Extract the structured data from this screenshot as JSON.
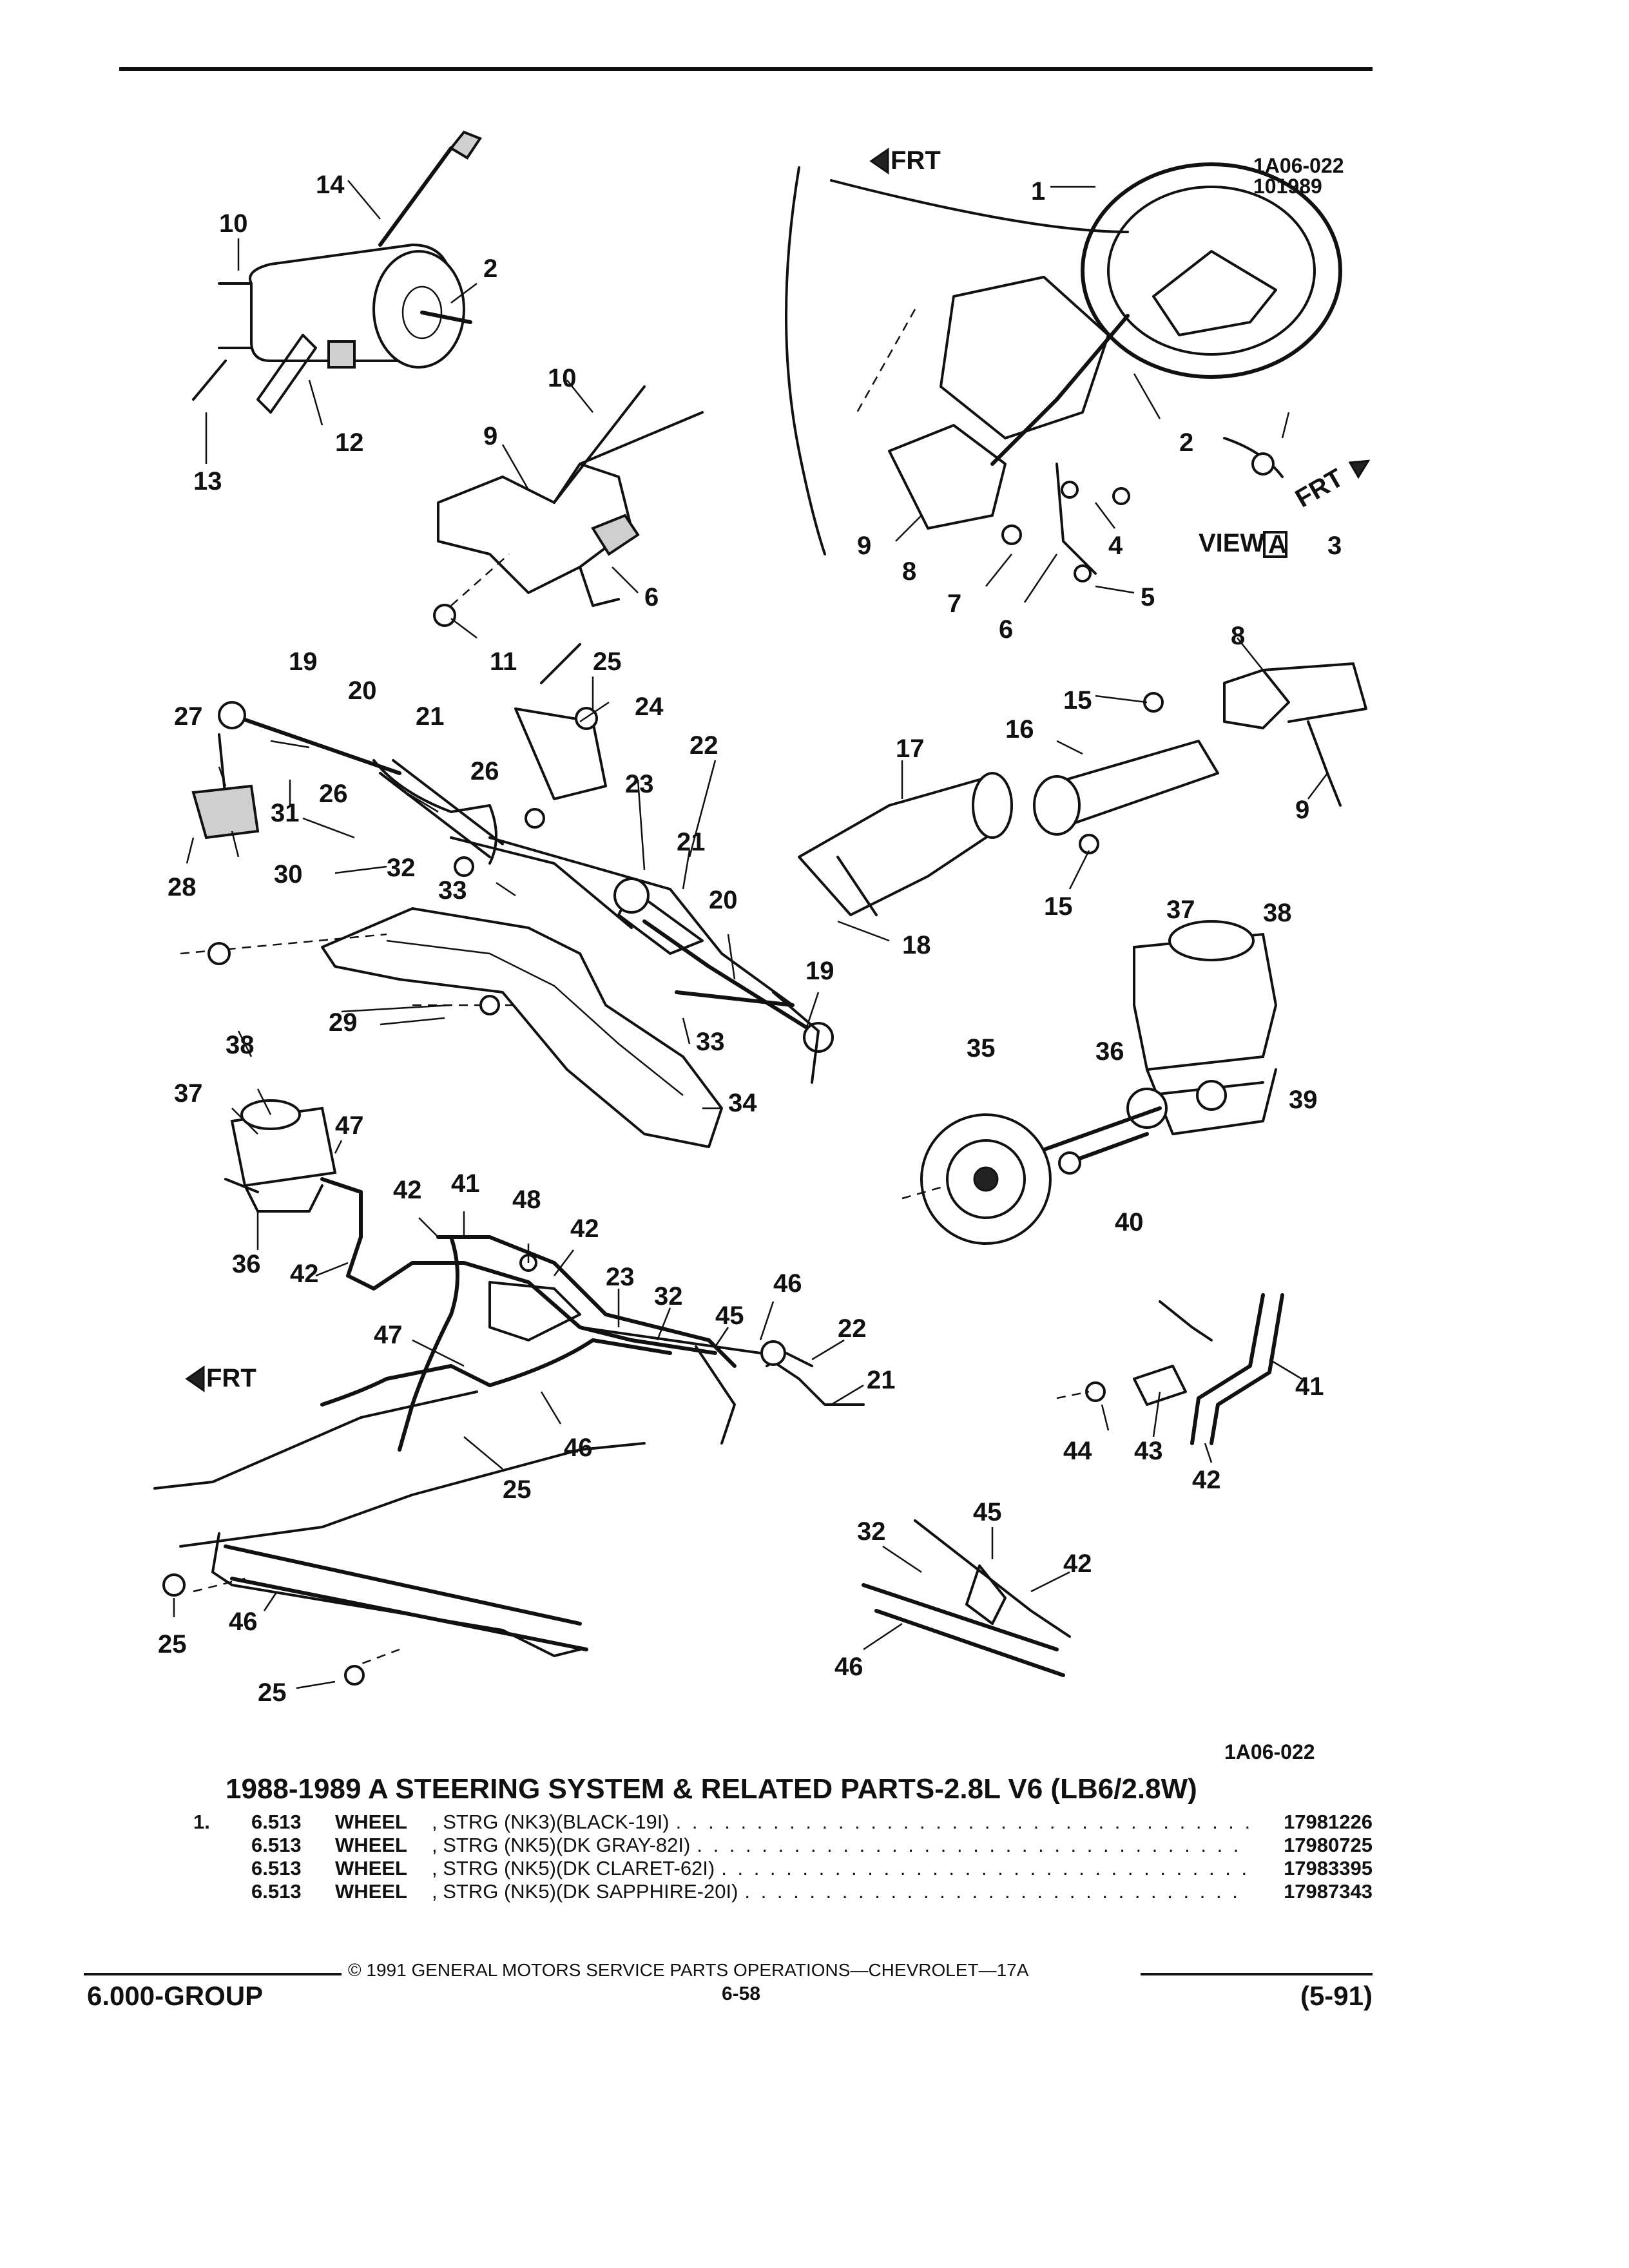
{
  "header": {
    "art_code": "1A06-022",
    "art_date": "101989"
  },
  "diagram": {
    "callouts": [
      "1",
      "2",
      "3",
      "4",
      "5",
      "6",
      "7",
      "8",
      "9",
      "10",
      "11",
      "12",
      "13",
      "14",
      "15",
      "16",
      "17",
      "18",
      "19",
      "20",
      "21",
      "22",
      "23",
      "24",
      "25",
      "26",
      "27",
      "28",
      "29",
      "30",
      "31",
      "32",
      "33",
      "34",
      "35",
      "36",
      "37",
      "38",
      "39",
      "40",
      "41",
      "42",
      "43",
      "44",
      "45",
      "46",
      "47",
      "48"
    ],
    "labels": {
      "front": "FRT",
      "view": "VIEW",
      "view_letter": "A"
    },
    "bottom_code": "1A06-022"
  },
  "section_title": "1988-1989 A STEERING SYSTEM & RELATED PARTS-2.8L V6 (LB6/2.8W)",
  "parts": [
    {
      "index": "1.",
      "group": "6.513",
      "name": "WHEEL",
      "desc": ", STRG (NK3)(BLACK-19I)",
      "part_no": "17981226"
    },
    {
      "index": "",
      "group": "6.513",
      "name": "WHEEL",
      "desc": ", STRG (NK5)(DK GRAY-82I)",
      "part_no": "17980725"
    },
    {
      "index": "",
      "group": "6.513",
      "name": "WHEEL",
      "desc": ", STRG (NK5)(DK CLARET-62I)",
      "part_no": "17983395"
    },
    {
      "index": "",
      "group": "6.513",
      "name": "WHEEL",
      "desc": ", STRG (NK5)(DK SAPPHIRE-20I)",
      "part_no": "17987343"
    }
  ],
  "footer": {
    "copyright": "© 1991 GENERAL MOTORS SERVICE PARTS OPERATIONS—CHEVROLET—17A",
    "group": "6.000-GROUP",
    "page": "6-58",
    "date": "(5-91)"
  }
}
